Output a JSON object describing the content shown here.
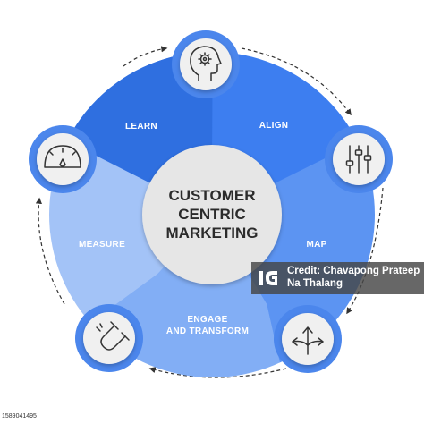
{
  "diagram": {
    "center_lines": [
      "CUSTOMER",
      "CENTRIC",
      "MARKETING"
    ],
    "segments": {
      "learn": "LEARN",
      "align": "ALIGN",
      "map": "MAP",
      "measure": "MEASURE",
      "engage_line1": "ENGAGE",
      "engage_line2": "AND TRANSFORM"
    },
    "icons": [
      "head-gear-icon",
      "sliders-icon",
      "split-arrows-icon",
      "magnet-icon",
      "gauge-icon"
    ]
  },
  "colors": {
    "learn": "#2f6fe0",
    "align": "#3d7ef0",
    "map": "#5c94f2",
    "engage": "#82aef5",
    "measure": "#a3c3f7",
    "ring": "#4b86ec",
    "center": "#e6e6e6"
  },
  "watermark": {
    "line1": "Credit: Chavapong Prateep",
    "line2": "Na Thalang",
    "id": "1589041495"
  }
}
